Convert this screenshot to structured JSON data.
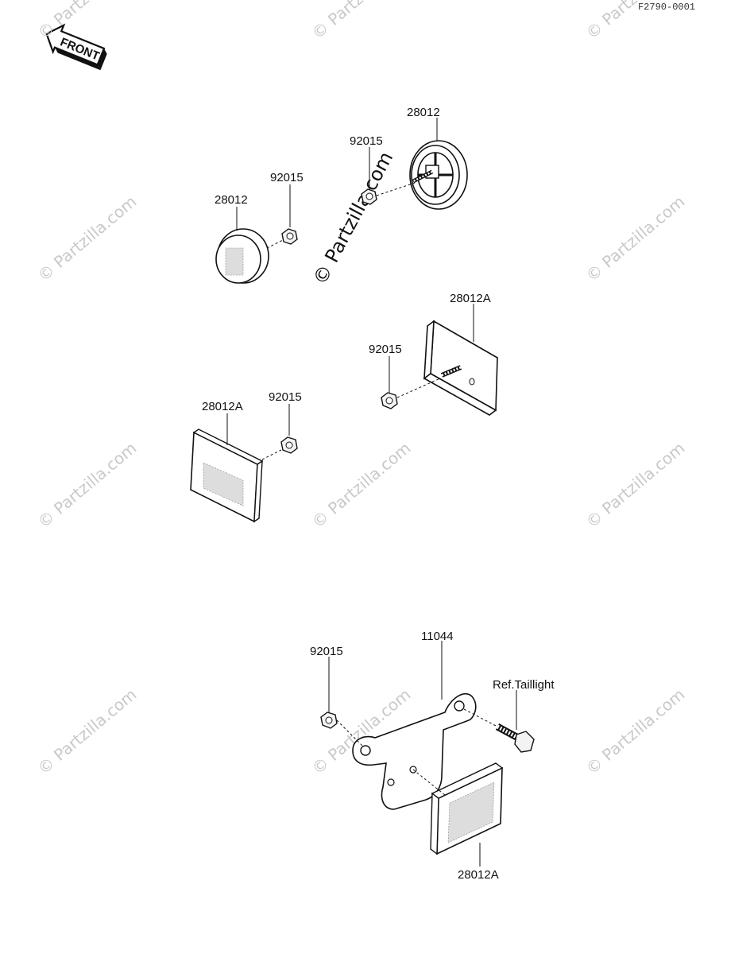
{
  "diagram_code": "F2790-0001",
  "front_label": "FRONT",
  "watermark": "© Partzilla.com",
  "callouts": {
    "lens_round_top": "28012",
    "nut_round_top": "92015",
    "lens_round_left": "28012",
    "nut_round_left": "92015",
    "lens_rect_right": "28012A",
    "nut_rect_right": "92015",
    "lens_rect_left": "28012A",
    "nut_rect_left": "92015",
    "bracket_nut": "92015",
    "bracket": "11044",
    "ref_taillight": "Ref.Taillight",
    "lens_rect_bottom": "28012A"
  }
}
